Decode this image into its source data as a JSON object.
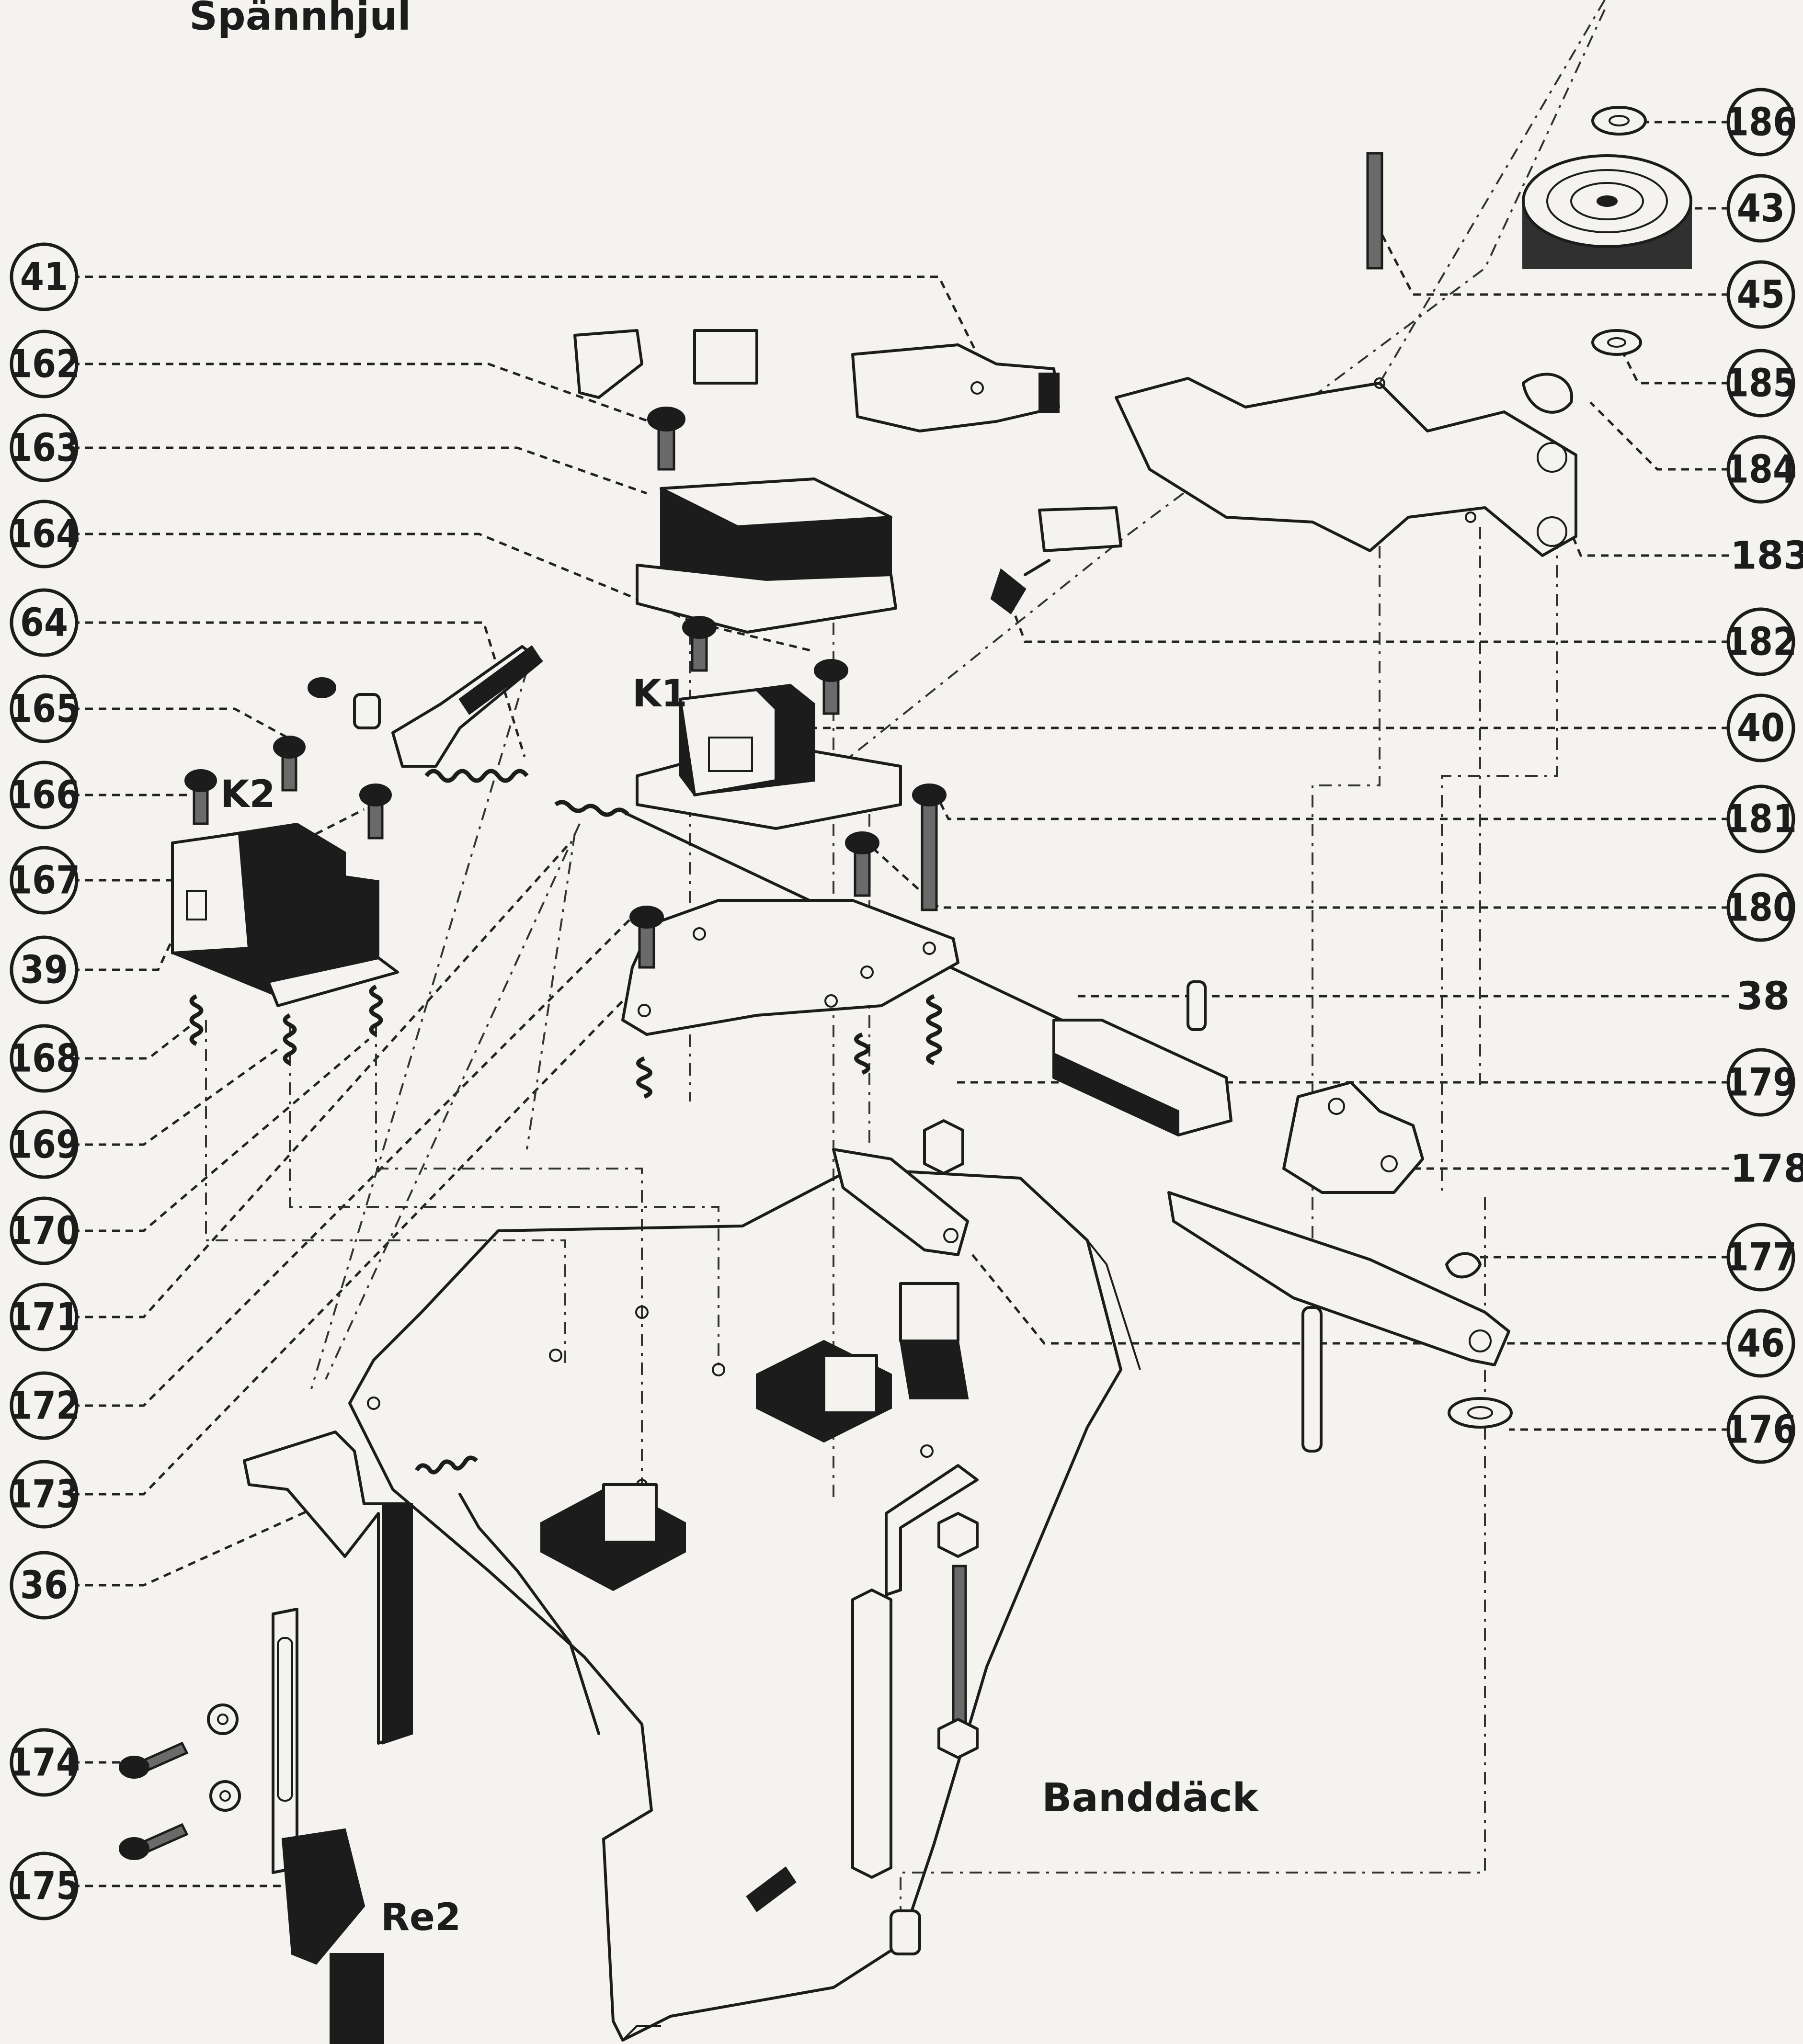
{
  "titles": {
    "top": "Spännhjul",
    "bottom": "Banddäck"
  },
  "relay_labels": {
    "k1": "K1",
    "k2": "K2",
    "re2": "Re2"
  },
  "callouts_left": [
    "41",
    "162",
    "163",
    "164",
    "64",
    "165",
    "166",
    "167",
    "39",
    "168",
    "169",
    "170",
    "171",
    "172",
    "173",
    "36",
    "174",
    "175"
  ],
  "callouts_right": [
    "186",
    "43",
    "45",
    "185",
    "184",
    "183",
    "182",
    "40",
    "181",
    "180",
    "38",
    "179",
    "178",
    "177",
    "46",
    "176"
  ],
  "colors": {
    "ink": "#1c1c1c",
    "paper": "#f4f3ef"
  }
}
